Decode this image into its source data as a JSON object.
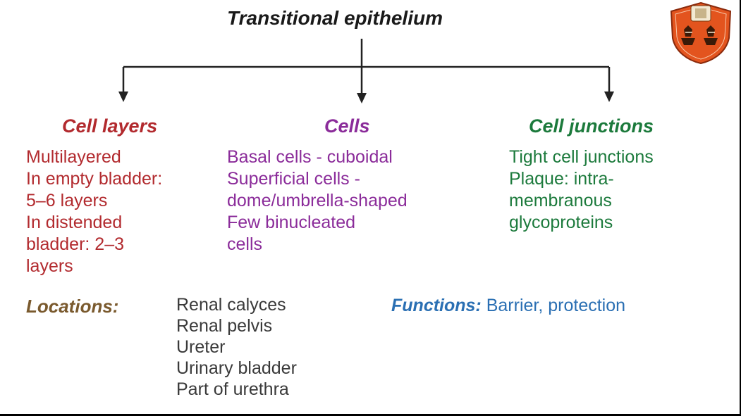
{
  "title": "Transitional epithelium",
  "colors": {
    "cell_layers": "#b22a2e",
    "cells": "#8b2c9a",
    "cell_junctions": "#1c7a3c",
    "locations": "#7a5a2e",
    "functions": "#2a6fb3",
    "body_text": "#3a3a3a"
  },
  "columns": {
    "cell_layers": {
      "heading": "Cell layers",
      "lines": [
        "Multilayered",
        "In empty bladder:",
        "5–6 layers",
        "In distended",
        "bladder: 2–3",
        "layers"
      ]
    },
    "cells": {
      "heading": "Cells",
      "lines": [
        "Basal cells - cuboidal",
        "Superficial cells -",
        "dome/umbrella-shaped",
        "Few binucleated",
        "cells"
      ]
    },
    "cell_junctions": {
      "heading": "Cell junctions",
      "lines": [
        "Tight cell junctions",
        "Plaque: intra-",
        "membranous",
        "glycoproteins"
      ]
    }
  },
  "locations": {
    "label": "Locations:",
    "items": [
      "Renal calyces",
      "Renal pelvis",
      "Ureter",
      "Urinary bladder",
      "Part of urethra"
    ]
  },
  "functions": {
    "label": "Functions:",
    "value": "Barrier, protection"
  },
  "logo": {
    "icon": "university-seal-logo"
  }
}
